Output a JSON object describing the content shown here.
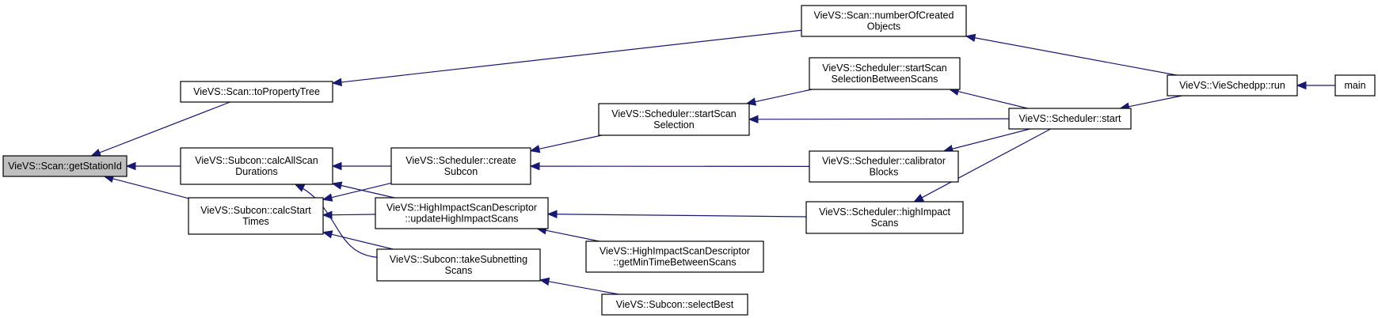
{
  "graph": {
    "colors": {
      "edge": "#191970",
      "root_fill": "#bfbfbf",
      "node_fill": "#ffffff"
    },
    "nodes": [
      {
        "id": "getStationId",
        "lines": [
          "VieVS::Scan::getStationId"
        ],
        "root": true
      },
      {
        "id": "toPropertyTree",
        "lines": [
          "VieVS::Scan::toPropertyTree"
        ]
      },
      {
        "id": "calcAllScanDurations",
        "lines": [
          "VieVS::Subcon::calcAllScan",
          "Durations"
        ]
      },
      {
        "id": "calcStartTimes",
        "lines": [
          "VieVS::Subcon::calcStart",
          "Times"
        ]
      },
      {
        "id": "numberOfCreatedObjects",
        "lines": [
          "VieVS::Scan::numberOfCreated",
          "Objects"
        ]
      },
      {
        "id": "createSubcon",
        "lines": [
          "VieVS::Scheduler::create",
          "Subcon"
        ]
      },
      {
        "id": "updateHighImpactScans",
        "lines": [
          "VieVS::HighImpactScanDescriptor",
          "::updateHighImpactScans"
        ]
      },
      {
        "id": "takeSubnettingScans",
        "lines": [
          "VieVS::Subcon::takeSubnetting",
          "Scans"
        ]
      },
      {
        "id": "startScanSelection",
        "lines": [
          "VieVS::Scheduler::startScan",
          "Selection"
        ]
      },
      {
        "id": "getMinTimeBetweenScans",
        "lines": [
          "VieVS::HighImpactScanDescriptor",
          "::getMinTimeBetweenScans"
        ]
      },
      {
        "id": "selectBest",
        "lines": [
          "VieVS::Subcon::selectBest"
        ]
      },
      {
        "id": "startScanSelectionBetweenScans",
        "lines": [
          "VieVS::Scheduler::startScan",
          "SelectionBetweenScans"
        ]
      },
      {
        "id": "calibratorBlocks",
        "lines": [
          "VieVS::Scheduler::calibrator",
          "Blocks"
        ]
      },
      {
        "id": "highImpactScans",
        "lines": [
          "VieVS::Scheduler::highImpact",
          "Scans"
        ]
      },
      {
        "id": "start",
        "lines": [
          "VieVS::Scheduler::start"
        ]
      },
      {
        "id": "run",
        "lines": [
          "VieVS::VieSchedpp::run"
        ]
      },
      {
        "id": "main",
        "lines": [
          "main"
        ]
      }
    ],
    "edges": [
      {
        "from": "toPropertyTree",
        "to": "getStationId"
      },
      {
        "from": "calcAllScanDurations",
        "to": "getStationId"
      },
      {
        "from": "calcStartTimes",
        "to": "getStationId"
      },
      {
        "from": "numberOfCreatedObjects",
        "to": "toPropertyTree"
      },
      {
        "from": "createSubcon",
        "to": "calcAllScanDurations"
      },
      {
        "from": "updateHighImpactScans",
        "to": "calcAllScanDurations"
      },
      {
        "from": "takeSubnettingScans",
        "to": "calcAllScanDurations"
      },
      {
        "from": "createSubcon",
        "to": "calcStartTimes"
      },
      {
        "from": "updateHighImpactScans",
        "to": "calcStartTimes"
      },
      {
        "from": "takeSubnettingScans",
        "to": "calcStartTimes"
      },
      {
        "from": "run",
        "to": "numberOfCreatedObjects"
      },
      {
        "from": "startScanSelection",
        "to": "createSubcon"
      },
      {
        "from": "calibratorBlocks",
        "to": "createSubcon"
      },
      {
        "from": "highImpactScans",
        "to": "updateHighImpactScans"
      },
      {
        "from": "getMinTimeBetweenScans",
        "to": "updateHighImpactScans"
      },
      {
        "from": "selectBest",
        "to": "takeSubnettingScans"
      },
      {
        "from": "startScanSelectionBetweenScans",
        "to": "startScanSelection"
      },
      {
        "from": "start",
        "to": "startScanSelection"
      },
      {
        "from": "start",
        "to": "startScanSelectionBetweenScans"
      },
      {
        "from": "start",
        "to": "calibratorBlocks"
      },
      {
        "from": "start",
        "to": "highImpactScans"
      },
      {
        "from": "run",
        "to": "start"
      },
      {
        "from": "main",
        "to": "run"
      }
    ]
  }
}
